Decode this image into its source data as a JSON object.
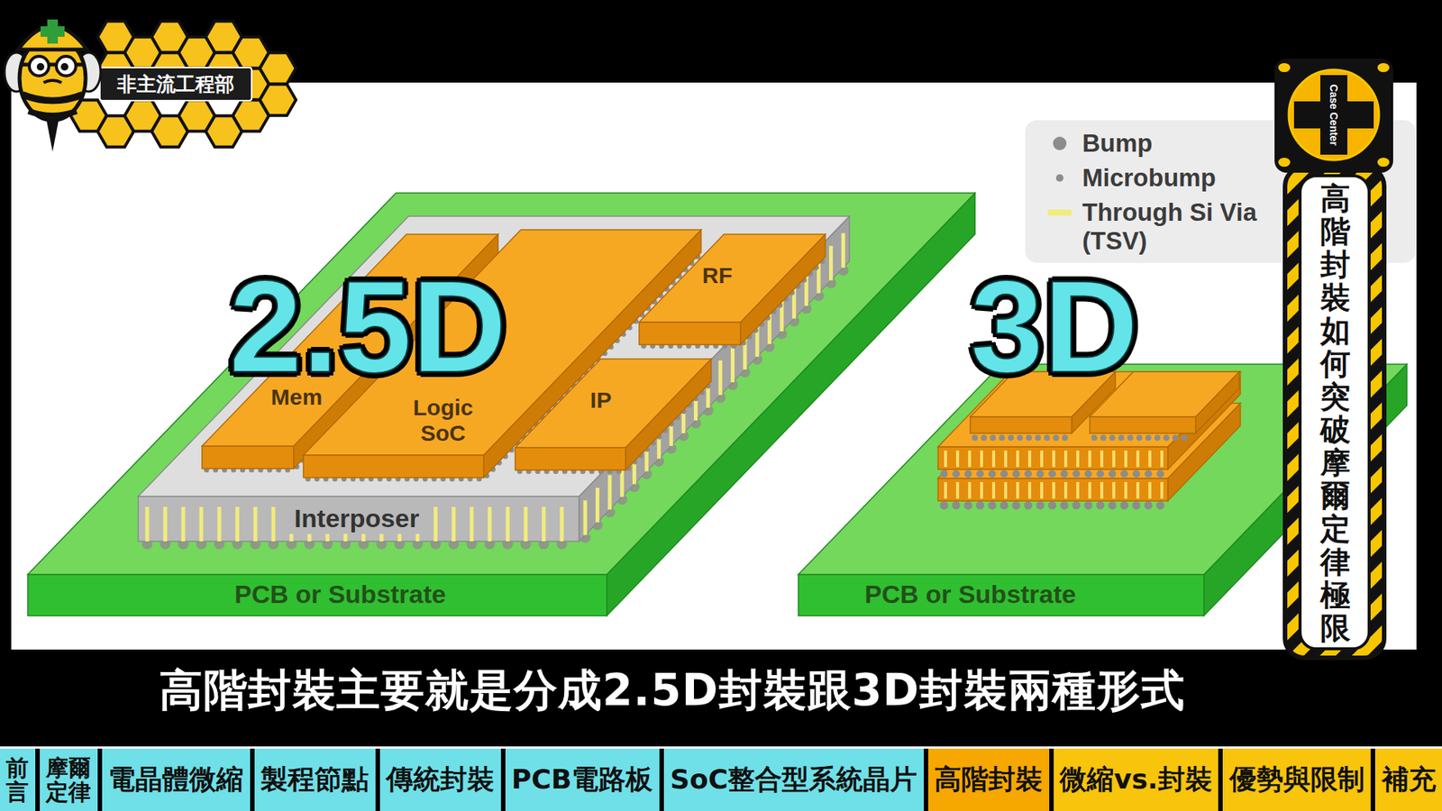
{
  "diagram": {
    "caption": "高階封裝主要就是分成2.5D封裝跟3D封裝兩種形式",
    "nodes": [
      {
        "text": [
          "PCB or Substrate"
        ]
      },
      {
        "text": [
          "Interposer"
        ],
        "in": 0
      },
      {
        "text": [
          "Mem"
        ],
        "in": 1
      },
      {
        "text": [
          "Logic SoC"
        ],
        "in": 1
      },
      {
        "text": [
          "RF"
        ],
        "in": 1
      },
      {
        "text": [
          "IP"
        ],
        "in": 1
      },
      {
        "text": [
          "PCB or Substrate"
        ]
      }
    ],
    "labels": [
      "非主流工程部",
      "2.5D",
      "3D",
      "Case Center",
      "高階封裝如何突破摩爾定律極限",
      "前言",
      "摩爾定律",
      "電晶體微縮",
      "製程節點",
      "傳統封裝",
      "PCB電路板",
      "SoC整合型系統晶片",
      "高階封裝",
      "微縮vs.封裝",
      "優勢與限制",
      "補充"
    ],
    "legend": [
      {
        "text": "Bump",
        "color": "#8c8c8c"
      },
      {
        "text": "Microbump",
        "color": "#8c8c8c"
      },
      {
        "text": "Through Si Via (TSV)",
        "color": "#f2ec7c"
      }
    ]
  }
}
